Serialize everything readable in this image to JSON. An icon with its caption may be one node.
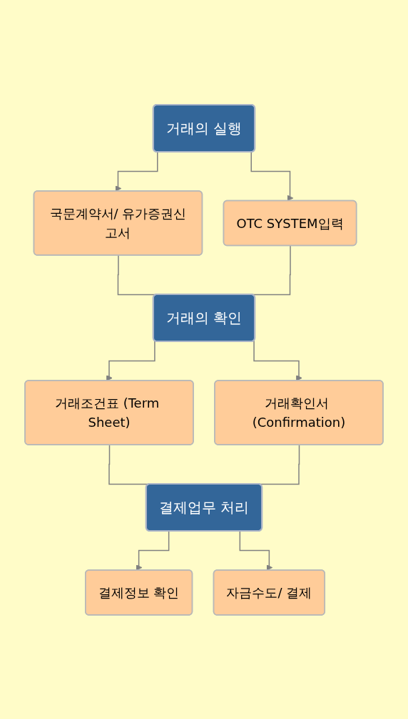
{
  "diagram": {
    "nodes": [
      {
        "text": [
          "거래의 실행"
        ]
      },
      {
        "text": [
          "국문계약서/ 유가증권신고서"
        ]
      },
      {
        "text": [
          "OTC SYSTEM입력"
        ]
      },
      {
        "text": [
          "거래의 확인"
        ]
      },
      {
        "text": [
          "거래조건표 (Term Sheet)"
        ]
      },
      {
        "text": [
          "거래확인서 (Confirmation)"
        ]
      },
      {
        "text": [
          "결제업무 처리"
        ]
      },
      {
        "text": [
          "결제정보 확인"
        ]
      },
      {
        "text": [
          "자금수도/ 결제"
        ]
      }
    ],
    "edges": [
      {
        "from": 0,
        "to": 1,
        "arrow": "to"
      },
      {
        "from": 0,
        "to": 2,
        "arrow": "to"
      },
      {
        "from": 1,
        "to": 3,
        "arrow": "none"
      },
      {
        "from": 2,
        "to": 3,
        "arrow": "none"
      },
      {
        "from": 3,
        "to": 4,
        "arrow": "to"
      },
      {
        "from": 3,
        "to": 5,
        "arrow": "to"
      },
      {
        "from": 4,
        "to": 6,
        "arrow": "none"
      },
      {
        "from": 5,
        "to": 6,
        "arrow": "none"
      },
      {
        "from": 6,
        "to": 7,
        "arrow": "to"
      },
      {
        "from": 6,
        "to": 8,
        "arrow": "to"
      }
    ]
  }
}
